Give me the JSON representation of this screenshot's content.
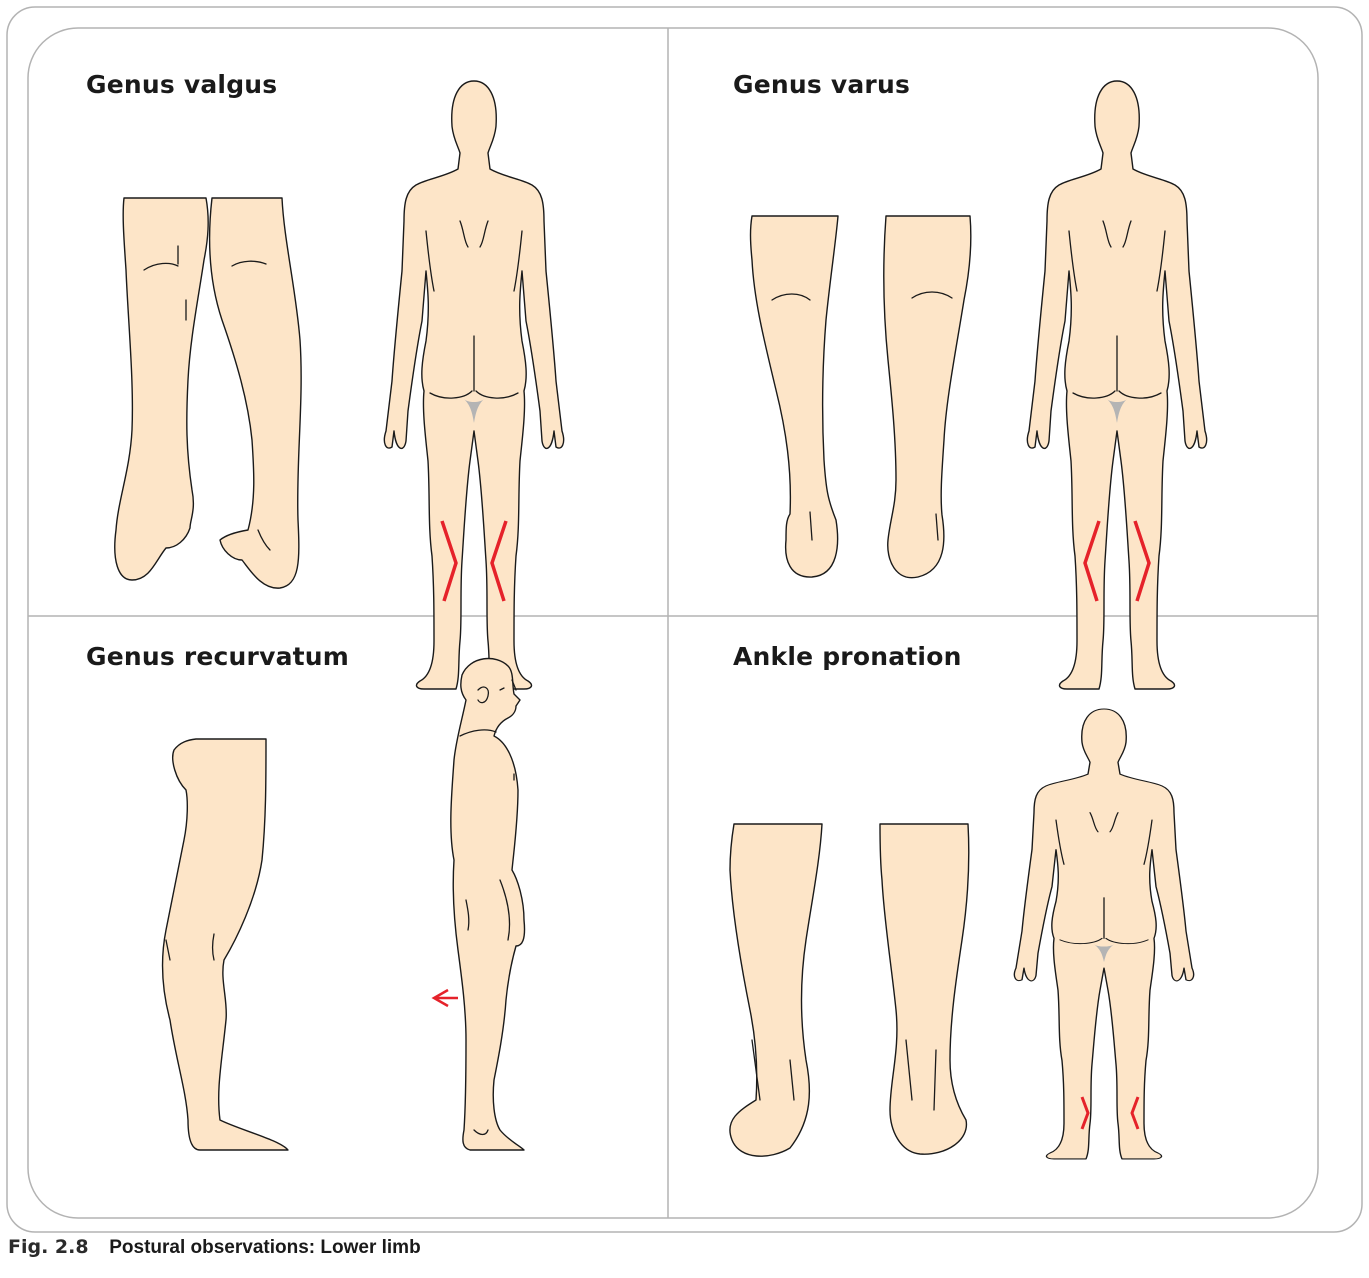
{
  "panels": [
    {
      "id": "genus-valgus",
      "title": "Genus valgus"
    },
    {
      "id": "genus-varus",
      "title": "Genus varus"
    },
    {
      "id": "genus-recurvatum",
      "title": "Genus recurvatum"
    },
    {
      "id": "ankle-pronation",
      "title": "Ankle pronation"
    }
  ],
  "caption": {
    "number": "Fig. 2.8",
    "text": "Postural observations: Lower limb"
  },
  "colors": {
    "skin": "#fde5c8",
    "outline": "#1a1a1a",
    "marker": "#e5222a",
    "frame": "#b3b3b3",
    "shadow": "#b4b4b4"
  }
}
